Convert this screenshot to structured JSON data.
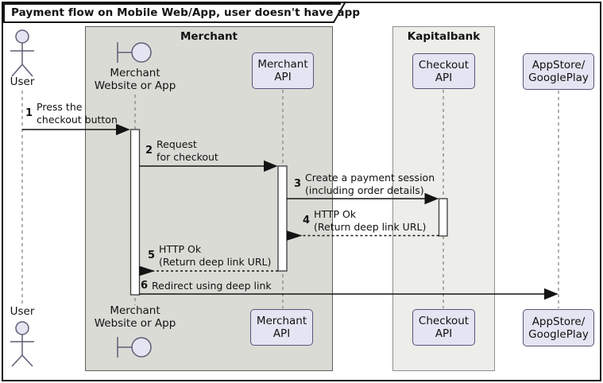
{
  "type": "uml-sequence-diagram",
  "title": "Payment flow on Mobile Web/App, user doesn't have app",
  "frames": {
    "merchant": {
      "label": "Merchant"
    },
    "kapitalbank": {
      "label": "Kapitalbank"
    }
  },
  "participants": {
    "user": {
      "label": "User",
      "icon": "actor-stick-figure"
    },
    "merchant_website": {
      "line1": "Merchant",
      "line2": "Website or App",
      "icon": "boundary"
    },
    "merchant_api": {
      "line1": "Merchant",
      "line2": "API"
    },
    "checkout_api": {
      "line1": "Checkout",
      "line2": "API"
    },
    "appstore": {
      "line1": "AppStore/",
      "line2": "GooglePlay"
    }
  },
  "messages": [
    {
      "num": "1",
      "line1": "Press the",
      "line2": "checkout button",
      "from": "User",
      "to": "Merchant Website or App",
      "style": "solid"
    },
    {
      "num": "2",
      "line1": "Request",
      "line2": "for checkout",
      "from": "Merchant Website or App",
      "to": "Merchant API",
      "style": "solid"
    },
    {
      "num": "3",
      "line1": "Create a payment session",
      "line2": "(including order details)",
      "from": "Merchant API",
      "to": "Checkout API",
      "style": "solid"
    },
    {
      "num": "4",
      "line1": "HTTP Ok",
      "line2": "(Return deep link URL)",
      "from": "Checkout API",
      "to": "Merchant API",
      "style": "dashed"
    },
    {
      "num": "5",
      "line1": "HTTP Ok",
      "line2": "(Return deep link URL)",
      "from": "Merchant API",
      "to": "Merchant Website or App",
      "style": "dashed"
    },
    {
      "num": "6",
      "line1": "Redirect using deep link",
      "from": "Merchant Website or App",
      "to": "AppStore/GooglePlay",
      "style": "solid"
    }
  ],
  "colors": {
    "participant_fill": "#E4E4F2",
    "participant_border": "#55557A",
    "merchant_frame_fill": "#DBDBD6",
    "kapitalbank_frame_fill": "#EDEDE9",
    "arrow": "#141414",
    "lifeline": "#7d7d7d",
    "activation_fill": "#FEFEFE"
  }
}
